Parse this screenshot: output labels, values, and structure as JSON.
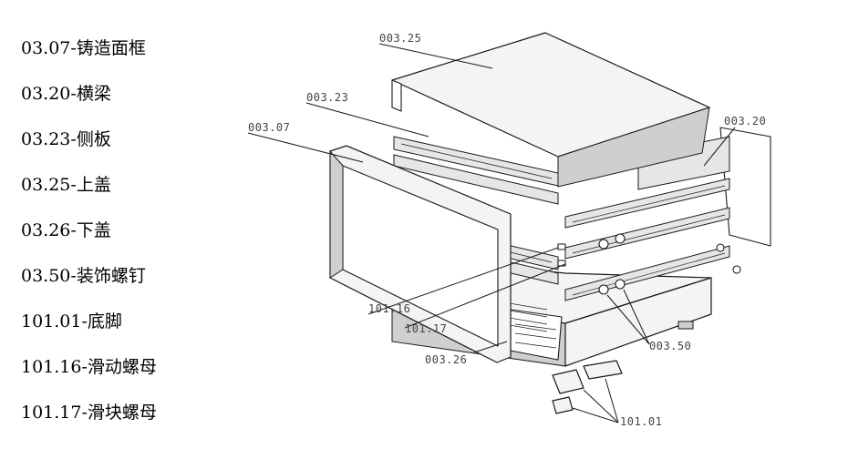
{
  "legend": [
    "03.07-铸造面框",
    "03.20-横梁",
    "03.23-侧板",
    "03.25-上盖",
    "03.26-下盖",
    "03.50-装饰螺钉",
    "101.01-底脚",
    "101.16-滑动螺母",
    "101.17-滑块螺母"
  ],
  "callouts": {
    "top_cover": "003.25",
    "side_panel": "003.23",
    "front_frame": "003.07",
    "cross_beam": "003.20",
    "sliding_nut": "101.16",
    "slider_nut": "101.17",
    "bottom_cover": "003.26",
    "decorative_screw": "003.50",
    "foot": "101.01"
  }
}
